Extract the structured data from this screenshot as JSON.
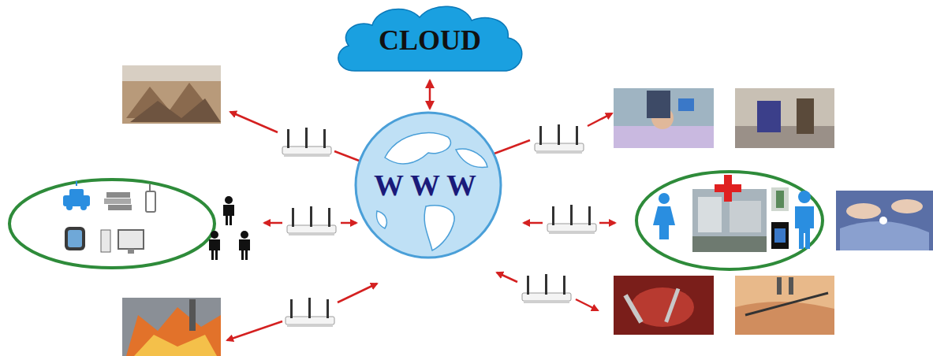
{
  "diagram": {
    "nodes": [
      {
        "text": [
          "CLOUD"
        ]
      },
      {
        "text": [
          "WWW"
        ]
      }
    ],
    "edges": [
      {
        "from": 0,
        "to": 1,
        "arrow": "both"
      }
    ]
  }
}
